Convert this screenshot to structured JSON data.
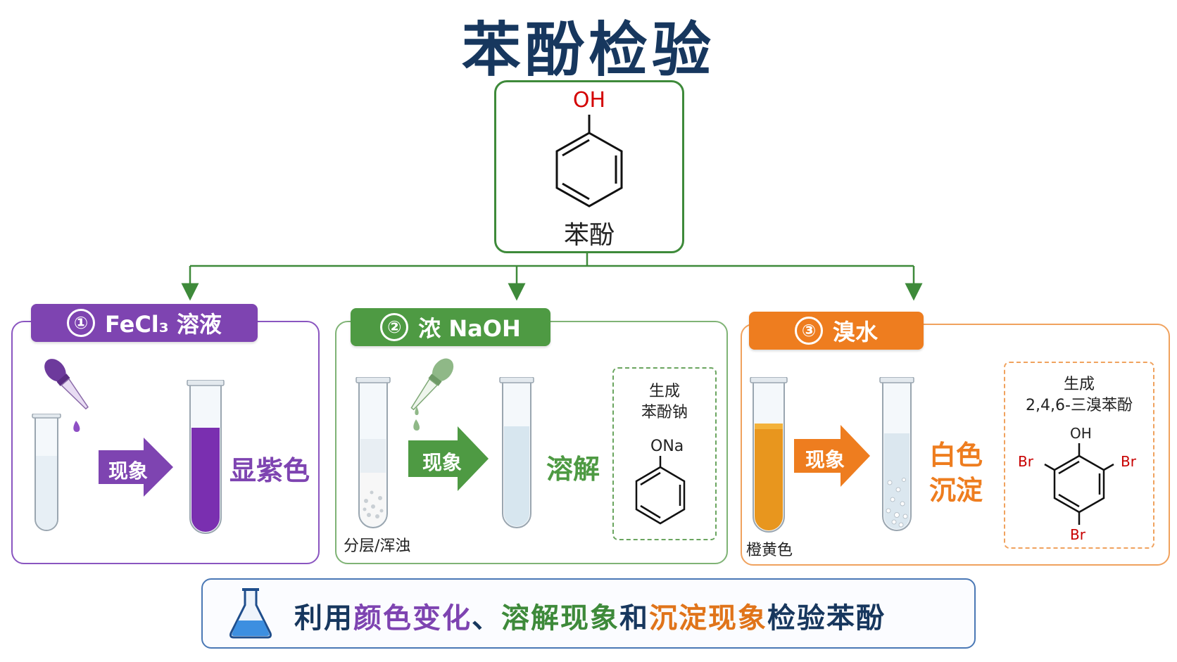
{
  "title": "苯酚检验",
  "compound": {
    "label": "OH",
    "name": "苯酚"
  },
  "tests": [
    {
      "number": "①",
      "reagent": "FeCl₃ 溶液",
      "arrow_label": "现象",
      "result": "显紫色"
    },
    {
      "number": "②",
      "reagent": "浓 NaOH",
      "before_label": "分层/浑浊",
      "arrow_label": "现象",
      "result": "溶解",
      "product_title_1": "生成",
      "product_title_2": "苯酚钠",
      "product_group": "ONa"
    },
    {
      "number": "③",
      "reagent": "溴水",
      "before_label": "橙黄色",
      "arrow_label": "现象",
      "result_line1": "白色",
      "result_line2": "沉淀",
      "product_title_1": "生成",
      "product_title_2": "2,4,6-三溴苯酚",
      "product_oh": "OH",
      "product_br": "Br"
    }
  ],
  "summary": {
    "part1": "利用",
    "part2": "颜色变化",
    "part3": "、",
    "part4": "溶解现象",
    "part5": "和",
    "part6": "沉淀现象",
    "part7": "检验苯酚"
  },
  "colors": {
    "title": "#17375e",
    "purple": "#7e44b1",
    "green": "#4e9a43",
    "orange": "#ee7d1f",
    "blue_border": "#4a78b5"
  }
}
